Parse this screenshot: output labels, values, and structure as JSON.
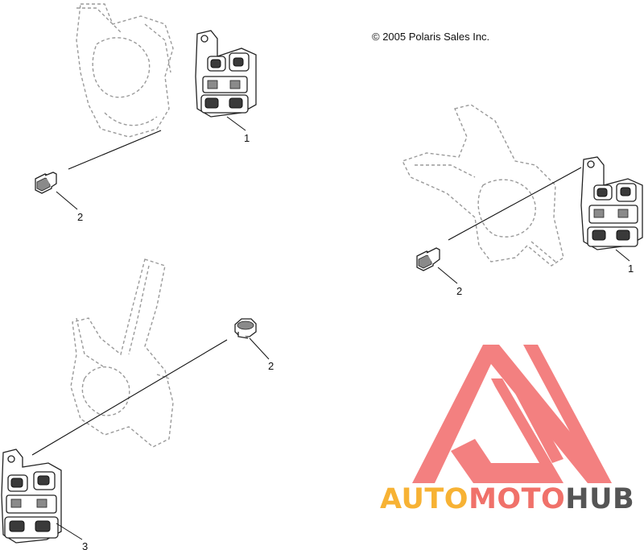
{
  "copyright": "© 2005 Polaris Sales Inc.",
  "callouts": {
    "top_left_caliper": "1",
    "top_left_bolt": "2",
    "right_caliper": "1",
    "right_bolt": "2",
    "bottom_bolt": "2",
    "bottom_caliper": "3"
  },
  "watermark": {
    "part1": "AUTO",
    "part2": "MOTO",
    "part3": "HUB",
    "color_auto": "#f7b234",
    "color_moto": "#f0716a",
    "color_hub": "#555555",
    "color_logo": "#f26b6b"
  }
}
